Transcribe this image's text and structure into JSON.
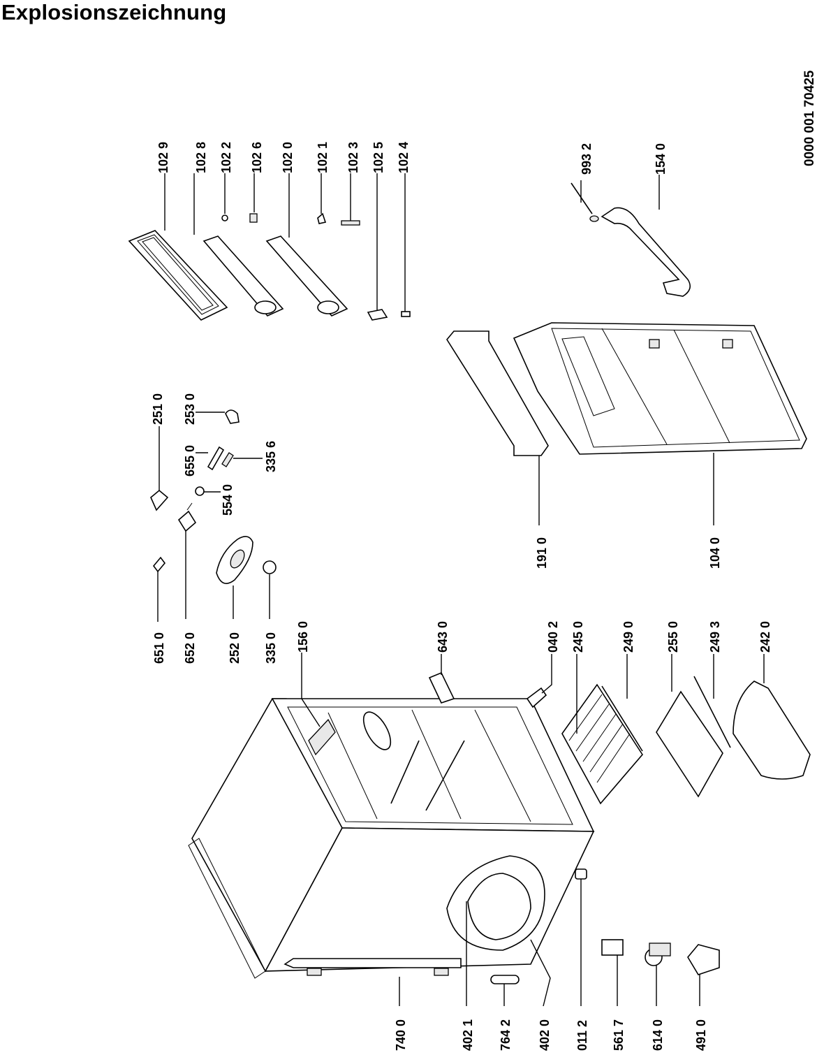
{
  "page": {
    "title": "Explosionszeichnung",
    "document_number": "0000  001 70425"
  },
  "diagram": {
    "type": "exploded-parts-drawing",
    "part_labels": [
      "102 9",
      "102 8",
      "102 2",
      "102 6",
      "102 0",
      "102 1",
      "102 3",
      "102 5",
      "102 4",
      "993 2",
      "154 0",
      "251 0",
      "253 0",
      "655 0",
      "335 6",
      "554 0",
      "651 0",
      "652 0",
      "252 0",
      "335 0",
      "156 0",
      "643 0",
      "191 0",
      "104 0",
      "040 2",
      "245 0",
      "249 0",
      "255 0",
      "249 3",
      "242 0",
      "740 0",
      "402 1",
      "764 2",
      "402 0",
      "011 2",
      "561 7",
      "614 0",
      "491 0"
    ]
  }
}
